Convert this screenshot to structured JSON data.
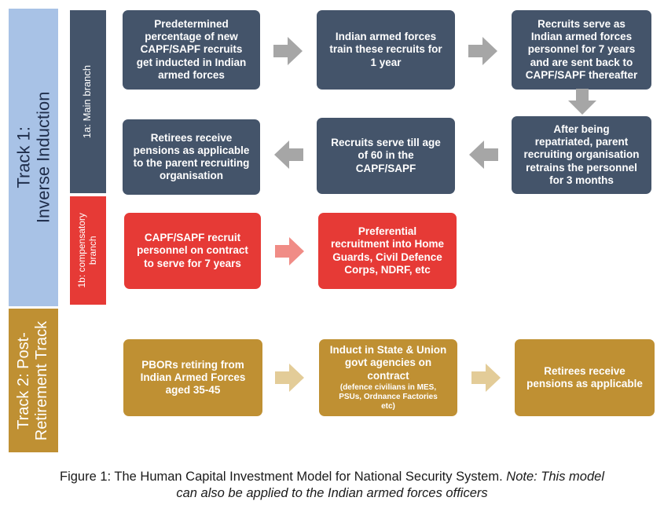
{
  "colors": {
    "track1_band": "#a8c2e6",
    "track2_band": "#bf9033",
    "main_branch_band": "#44546a",
    "comp_branch_band": "#e63a36",
    "navy_box": "#44546a",
    "red_box": "#e63a36",
    "gold_box": "#bf9033",
    "grey_arrow": "#a6a6a6",
    "pink_arrow": "#f08c86",
    "tan_arrow": "#e3cc98"
  },
  "track1": {
    "label_line1": "Track 1:",
    "label_line2": "Inverse Induction",
    "main_branch_label": "1a: Main branch",
    "comp_branch_label_line1": "1b: compensatory",
    "comp_branch_label_line2": "branch"
  },
  "track2": {
    "label_line1": "Track 2: Post-",
    "label_line2": "Retirement Track"
  },
  "main_row1": [
    [
      "Predetermined",
      "percentage of new",
      "CAPF/SAPF recruits",
      "get  inducted in Indian",
      "armed forces"
    ],
    [
      "Indian armed forces",
      "train these recruits for",
      "1 year"
    ],
    [
      "Recruits serve as",
      "Indian armed forces",
      "personnel for 7 years",
      "and are sent back to",
      "CAPF/SAPF thereafter"
    ]
  ],
  "main_row2": [
    [
      "Retirees receive",
      "pensions as applicable",
      "to the parent recruiting",
      "organisation"
    ],
    [
      "Recruits serve till age",
      "of 60 in the",
      "CAPF/SAPF"
    ],
    [
      "After being",
      "repatriated, parent",
      "recruiting organisation",
      "retrains the personnel",
      "for 3 months"
    ]
  ],
  "comp_row": [
    [
      "CAPF/SAPF recruit",
      "personnel on contract",
      "to serve for 7 years"
    ],
    [
      "Preferential",
      "recruitment into Home",
      "Guards, Civil Defence",
      "Corps, NDRF, etc"
    ]
  ],
  "track2_row": {
    "box1": [
      "PBORs retiring from",
      "Indian Armed Forces",
      "aged 35-45"
    ],
    "box2": [
      "Induct in State & Union",
      "govt agencies on",
      "contract"
    ],
    "box2_note": [
      "(defence civilians in MES,",
      "PSUs, Ordnance Factories",
      "etc)"
    ],
    "box3": [
      "Retirees receive",
      "pensions as applicable"
    ]
  },
  "caption": {
    "main": "Figure 1: The Human Capital Investment Model for National Security System.",
    "note_line1": "Note: This model",
    "note_line2": "can also be applied to the Indian armed forces officers"
  }
}
